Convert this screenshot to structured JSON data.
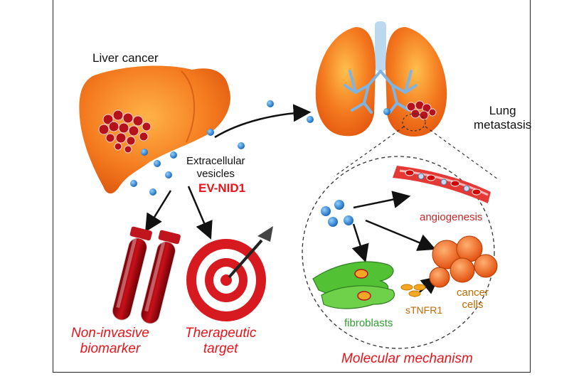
{
  "labels": {
    "liver": "Liver cancer",
    "lung_line1": "Lung",
    "lung_line2": "metastasis",
    "ev_line1": "Extracellular",
    "ev_line2": "vesicles",
    "ev_name": "EV-NID1",
    "angiogenesis": "angiogenesis",
    "cancer_line1": "cancer",
    "cancer_line2": "cells",
    "stnfr1": "sTNFR1",
    "fibroblasts": "fibroblasts",
    "biomarker_line1": "Non-invasive",
    "biomarker_line2": "biomarker",
    "target_line1": "Therapeutic",
    "target_line2": "target",
    "mechanism": "Molecular mechanism"
  },
  "colors": {
    "organ_orange": "#f47a1f",
    "vesicle_blue": "#1f7fd0",
    "label_red": "#e8141b",
    "tumor_red": "#b5121b",
    "angio_red": "#c62828",
    "fibro_green": "#2e9e2e",
    "cancer_orange": "#c06a00"
  }
}
